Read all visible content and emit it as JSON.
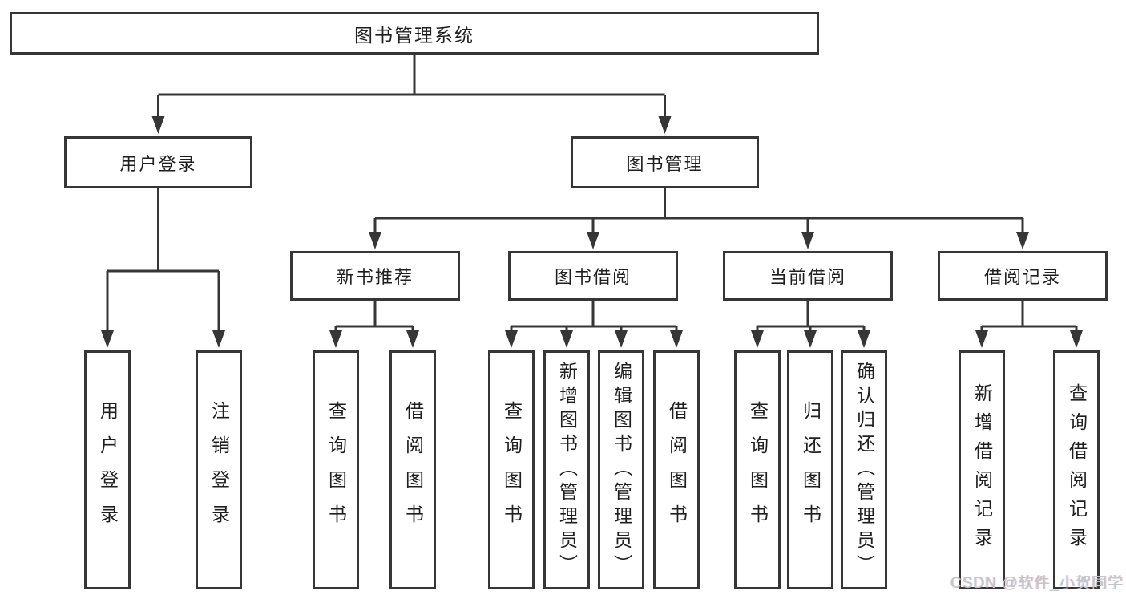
{
  "tree": {
    "root": {
      "label": "图书管理系统"
    },
    "branches": [
      {
        "label": "用户登录",
        "children": [
          {
            "label": "用户登录"
          },
          {
            "label": "注销登录"
          }
        ]
      },
      {
        "label": "图书管理",
        "children": [
          {
            "label": "新书推荐",
            "children": [
              {
                "label": "查询图书"
              },
              {
                "label": "借阅图书"
              }
            ]
          },
          {
            "label": "图书借阅",
            "children": [
              {
                "label": "查询图书"
              },
              {
                "label": "新增图书（管理员）"
              },
              {
                "label": "编辑图书（管理员）"
              },
              {
                "label": "借阅图书"
              }
            ]
          },
          {
            "label": "当前借阅",
            "children": [
              {
                "label": "查询图书"
              },
              {
                "label": "归还图书"
              },
              {
                "label": "确认归还（管理员）"
              }
            ]
          },
          {
            "label": "借阅记录",
            "children": [
              {
                "label": "新增借阅记录"
              },
              {
                "label": "查询借阅记录"
              }
            ]
          }
        ]
      }
    ]
  },
  "watermark": {
    "text": "CSDN @软件_小贺同学"
  },
  "colors": {
    "line": "#363636",
    "text": "#1f1f1f",
    "background": "#ffffff",
    "watermark": "#c3c6c9"
  }
}
